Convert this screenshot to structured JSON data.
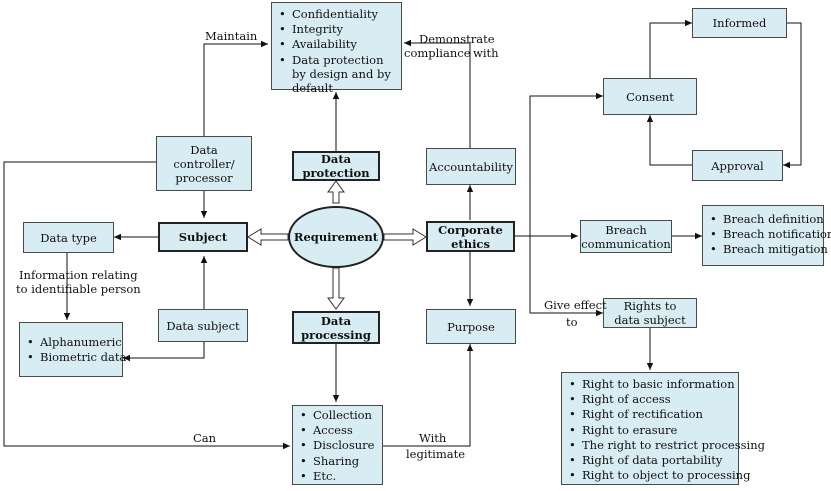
{
  "center": "Requirement",
  "main_nodes": {
    "data_protection": "Data protection",
    "subject": "Subject",
    "corporate_ethics": "Corporate ethics",
    "data_processing": "Data processing"
  },
  "nodes": {
    "controller": "Data controller/ processor",
    "data_type": "Data type",
    "data_subject": "Data subject",
    "accountability": "Accountability",
    "purpose": "Purpose",
    "consent": "Consent",
    "informed": "Informed",
    "approval": "Approval",
    "breach_communication": "Breach communication",
    "rights_to_data_subject": "Rights to data subject"
  },
  "lists": {
    "protection_goals": [
      "Confidentiality",
      "Integrity",
      "Availability",
      "Data protection by design and by default"
    ],
    "data_type_items": [
      "Alphanumeric",
      "Biometric data"
    ],
    "processing_items": [
      "Collection",
      "Access",
      "Disclosure",
      "Sharing",
      "Etc."
    ],
    "breach_items": [
      "Breach definition",
      "Breach notification",
      "Breach mitigation"
    ],
    "rights_items": [
      "Right to basic information",
      "Right of access",
      "Right of rectification",
      "Right to erasure",
      "The right to restrict processing",
      "Right of data portability",
      "Right to object to processing"
    ]
  },
  "edge_labels": {
    "maintain": "Maintain",
    "demonstrate": "Demonstrate",
    "compliance": "compliance",
    "with_top": "with",
    "info_relating_1": "Information relating",
    "info_relating_2": "to identifiable person",
    "can": "Can",
    "with_bottom": "With",
    "legitimate": "legitimate",
    "give_effect": "Give effect",
    "to": "to"
  },
  "colors": {
    "box_fill": "#d8ecf3",
    "border": "#222222",
    "line": "#111111"
  }
}
